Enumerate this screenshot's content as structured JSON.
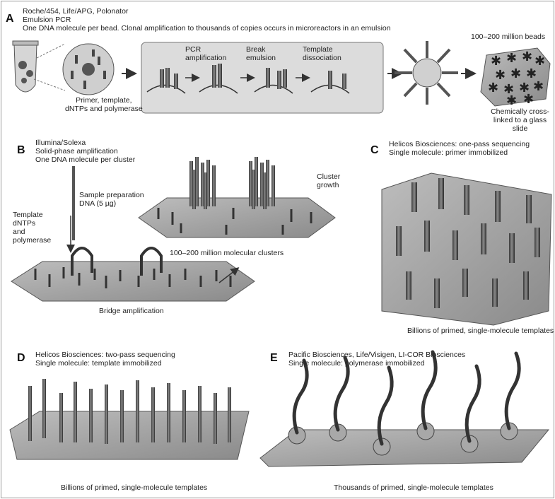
{
  "panels": {
    "a": {
      "letter": "A",
      "platforms": "Roche/454, Life/APG, Polonator",
      "method": "Emulsion PCR",
      "description": "One DNA molecule per bead. Clonal amplification to thousands of copies occurs in microreactors in an emulsion",
      "bead_label": "Primer, template,\ndNTPs and polymerase",
      "step1": "PCR\namplification",
      "step2": "Break\nemulsion",
      "step3": "Template\ndissociation",
      "beads_count": "100–200 million beads",
      "crosslink": "Chemically cross-\nlinked to a glass slide"
    },
    "b": {
      "letter": "B",
      "platforms": "Illumina/Solexa",
      "method": "Solid-phase amplification",
      "description": "One DNA molecule per cluster",
      "sample": "Sample preparation\nDNA (5 µg)",
      "reagents": "Template\ndNTPs\nand\npolymerase",
      "cluster_growth": "Cluster\ngrowth",
      "clusters": "100–200 million molecular clusters",
      "bridge": "Bridge amplification"
    },
    "c": {
      "letter": "C",
      "platform": "Helicos Biosciences: one-pass sequencing",
      "method": "Single molecule: primer immobilized",
      "caption": "Billions of primed, single-molecule templates"
    },
    "d": {
      "letter": "D",
      "platform": "Helicos Biosciences: two-pass sequencing",
      "method": "Single molecule: template immobilized",
      "caption": "Billions of primed, single-molecule templates"
    },
    "e": {
      "letter": "E",
      "platform": "Pacific Biosciences, Life/Visigen, LI-COR Biosciences",
      "method": "Single molecule: polymerase immobilized",
      "caption": "Thousands of primed, single-molecule templates"
    }
  }
}
